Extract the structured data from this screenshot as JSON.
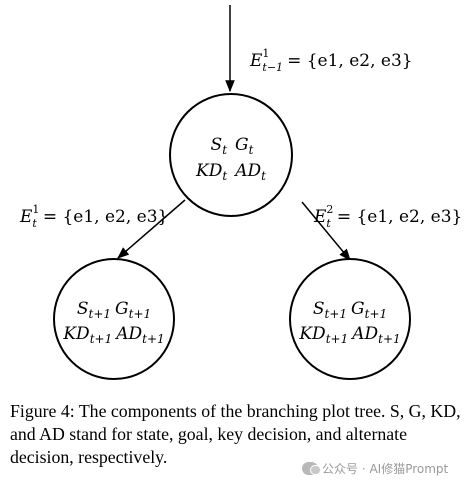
{
  "diagram": {
    "root": {
      "line1": [
        "S",
        "t",
        "G",
        "t"
      ],
      "line2": [
        "KD",
        "t",
        "AD",
        "t"
      ]
    },
    "left_child": {
      "line1": [
        "S",
        "t+1",
        "G",
        "t+1"
      ],
      "line2": [
        "KD",
        "t+1",
        "AD",
        "t+1"
      ]
    },
    "right_child": {
      "line1": [
        "S",
        "t+1",
        "G",
        "t+1"
      ],
      "line2": [
        "KD",
        "t+1",
        "AD",
        "t+1"
      ]
    },
    "edges": {
      "incoming": {
        "sym": "E",
        "sup": "1",
        "sub": "t−1",
        "rhs": "= {e1, e2, e3}"
      },
      "left": {
        "sym": "E",
        "sup": "1",
        "sub": "t",
        "rhs": "= {e1, e2, e3}"
      },
      "right": {
        "sym": "E",
        "sup": "2",
        "sub": "t",
        "rhs": "= {e1, e2, e3}"
      }
    }
  },
  "caption": "Figure 4: The components of the branching plot tree. S, G, KD, and AD stand for state, goal, key decision, and alternate decision, respectively.",
  "watermark": "公众号 · AI修猫Prompt"
}
